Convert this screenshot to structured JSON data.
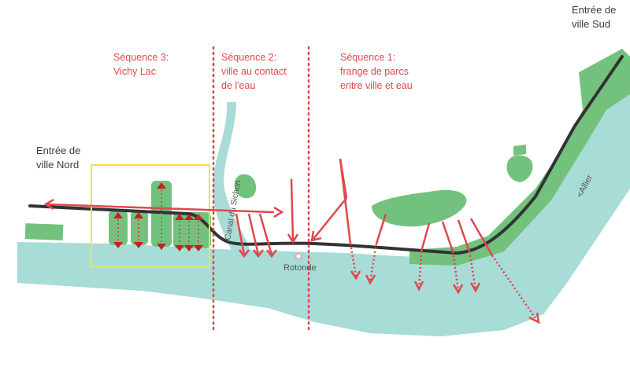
{
  "labels": {
    "entree_sud": "Entrée de\nville Sud",
    "entree_nord": "Entrée de\nville Nord",
    "seq3": "Séquence 3:\nVichy Lac",
    "seq2": "Séquence 2:\nville au contact\nde l'eau",
    "seq1": "Séquence 1:\nfrange de parcs\nentre ville et eau",
    "canal": "Canal du Sichon",
    "allier": "<Allier",
    "rotonde": "Rotonde"
  },
  "colors": {
    "water": "#a8dcd6",
    "park": "#72c27d",
    "road": "#333333",
    "arrow": "#e0474c",
    "frame": "#f2e534",
    "arrow_dark": "#c81f24"
  }
}
